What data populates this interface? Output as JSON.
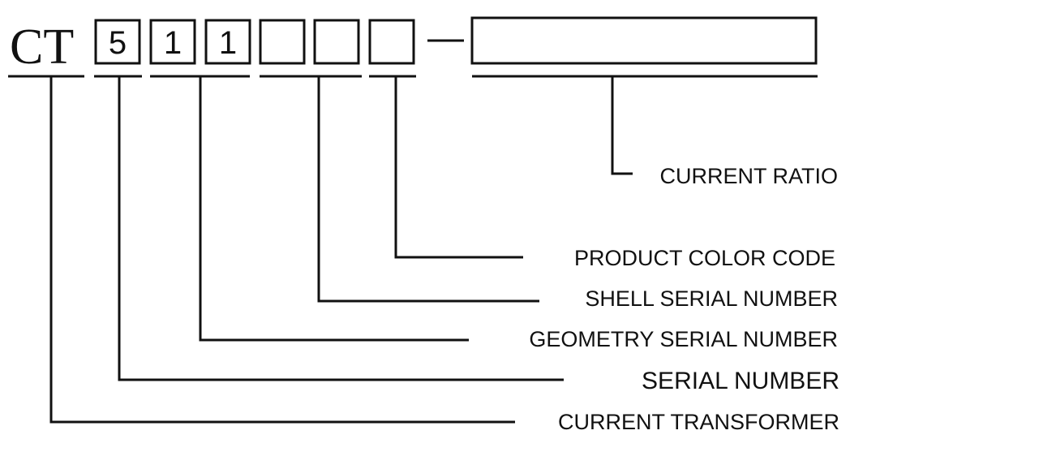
{
  "code": {
    "prefix": "CT",
    "digits": [
      "5",
      "1",
      "1",
      "",
      "",
      ""
    ],
    "separator": "-"
  },
  "labels": {
    "current_ratio": "CURRENT RATIO",
    "product_color_code": "PRODUCT COLOR CODE",
    "shell_serial_number": "SHELL SERIAL NUMBER",
    "geometry_serial_number": "GEOMETRY SERIAL NUMBER",
    "serial_number": "SERIAL NUMBER",
    "current_transformer": "CURRENT TRANSFORMER"
  }
}
